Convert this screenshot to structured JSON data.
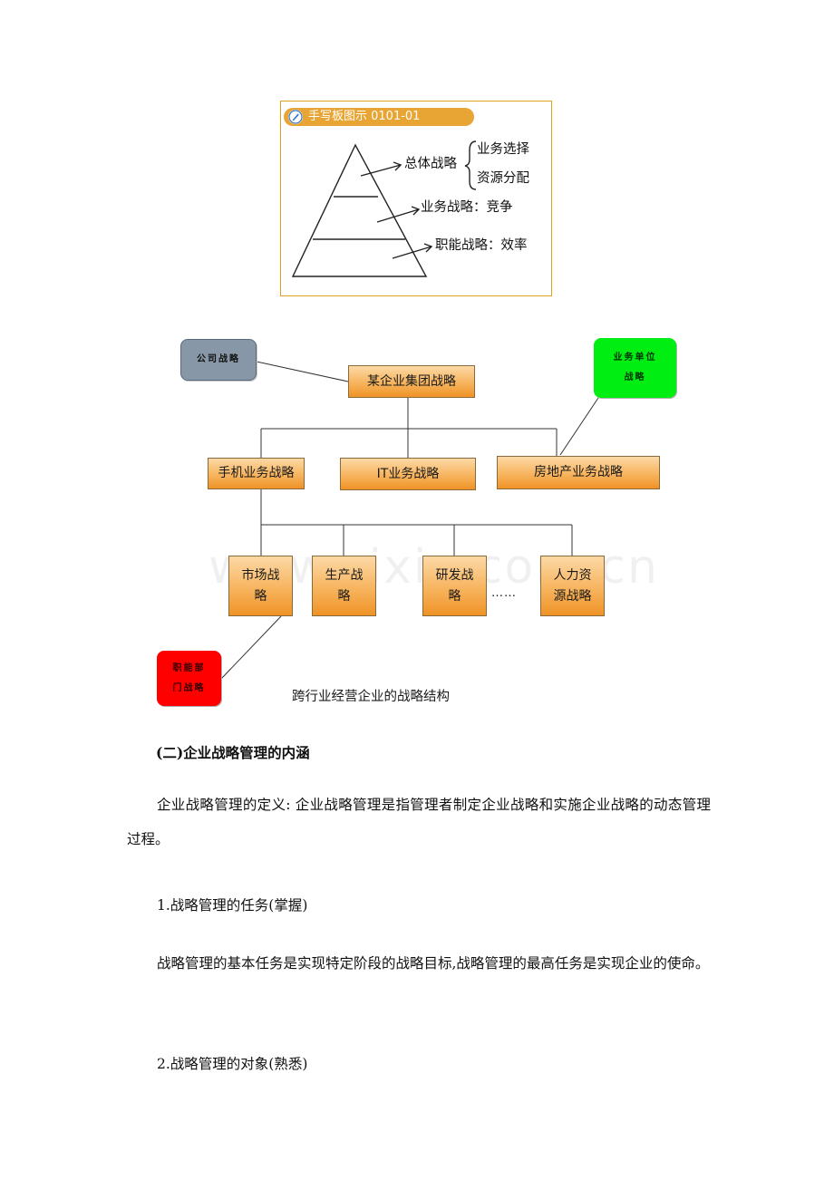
{
  "pyramid_figure": {
    "header": "手写板图示 0101-01",
    "levels": [
      {
        "label": "总体战略",
        "sub": [
          "业务选择",
          "资源分配"
        ]
      },
      {
        "label": "业务战略：竞争"
      },
      {
        "label": "职能战略：效率"
      }
    ]
  },
  "org_diagram": {
    "root": "某企业集团战略",
    "business_units": [
      "手机业务战略",
      "IT业务战略",
      "房地产业务战略"
    ],
    "functions": [
      {
        "line1": "市场战",
        "line2": "略"
      },
      {
        "line1": "生产战",
        "line2": "略"
      },
      {
        "line1": "研发战",
        "line2": "略"
      },
      {
        "line1": "人力资",
        "line2": "源战略"
      }
    ],
    "ellipsis": "……",
    "callouts": {
      "company": "公司战略",
      "business_unit_line1": "业务单位",
      "business_unit_line2": "战略",
      "functional_line1": "职能部",
      "functional_line2": "门战略"
    },
    "caption": "跨行业经营企业的战略结构",
    "watermark": "www.zixin.com.cn"
  },
  "content": {
    "section_heading": "(二)企业战略管理的内涵",
    "definition": "企业战略管理的定义: 企业战略管理是指管理者制定企业战略和实施企业战略的动态管理过程。",
    "item1_heading": "1.战略管理的任务(掌握)",
    "item1_text": "战略管理的基本任务是实现特定阶段的战略目标,战略管理的最高任务是实现企业的使命。",
    "item2_heading": "2.战略管理的对象(熟悉)"
  },
  "colors": {
    "box_fill": "#f7b45e",
    "company_callout": "#8797a7",
    "business_callout": "#00ee11",
    "functional_callout": "#ff0000",
    "figure_border": "#e0a020"
  }
}
